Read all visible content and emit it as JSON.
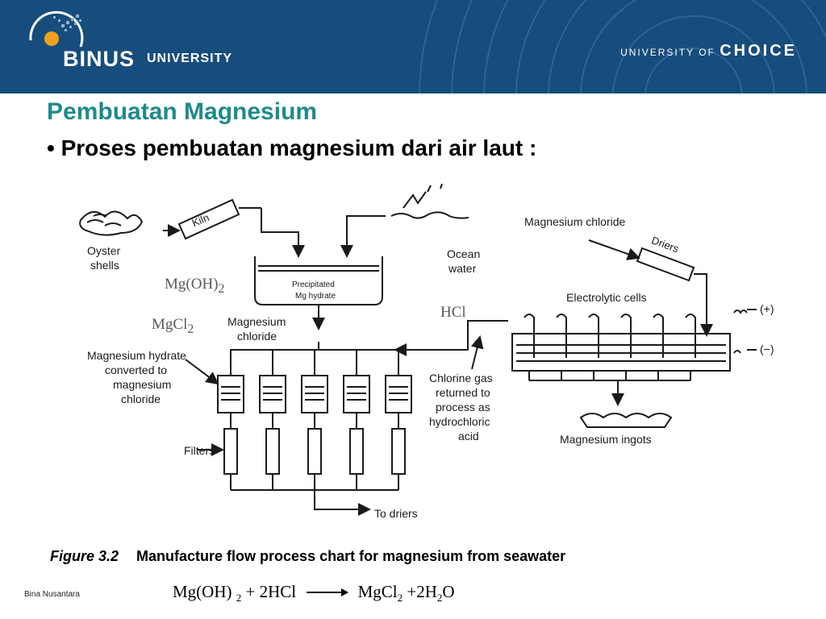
{
  "header": {
    "logo_word": "BINUS",
    "logo_suffix": "UNIVERSITY",
    "tagline_prefix": "UNIVERSITY OF",
    "tagline_strong": "CHOICE"
  },
  "slide": {
    "title": "Pembuatan Magnesium",
    "bullet": "• Proses pembuatan magnesium dari air laut :"
  },
  "diagram": {
    "labels": {
      "kiln": "Kiln",
      "oyster_1": "Oyster",
      "oyster_2": "shells",
      "ocean_1": "Ocean",
      "ocean_2": "water",
      "precip_1": "Precipitated",
      "precip_2": "Mg hydrate",
      "mgcl_1": "Magnesium",
      "mgcl_2": "chloride",
      "hydrate_1": "Magnesium hydrate",
      "hydrate_2": "converted to",
      "hydrate_3": "magnesium",
      "hydrate_4": "chloride",
      "filters": "Filters",
      "to_driers": "To driers",
      "chlorine_1": "Chlorine gas",
      "chlorine_2": "returned to",
      "chlorine_3": "process as",
      "chlorine_4": "hydrochloric",
      "chlorine_5": "acid",
      "mg_chloride_top": "Magnesium chloride",
      "driers": "Driers",
      "electrolytic": "Electrolytic cells",
      "plus": "(+)",
      "minus": "(−)",
      "ingots": "Magnesium ingots"
    },
    "overlay": {
      "mgoh_base": "Mg(OH)",
      "mgoh_sub": "2",
      "mgcl_base": "MgCl",
      "mgcl_sub": "2",
      "hcl": "HCl"
    }
  },
  "caption": {
    "figure_label": "Figure 3.2",
    "text": "Manufacture flow process chart for magnesium from seawater"
  },
  "footer": {
    "text": "Bina Nusantara"
  },
  "equation": {
    "lhs1": "Mg(OH)",
    "lhs1_sub": "2",
    "lhs2": " + 2HCl",
    "rhs1": "MgCl",
    "rhs1_sub": "2",
    "rhs2": " +2H",
    "rhs2_sub": "2",
    "rhs3": "O"
  },
  "colors": {
    "header_bg": "#174d7c",
    "title": "#1f8a8a",
    "logo_orange": "#f2a01e"
  }
}
